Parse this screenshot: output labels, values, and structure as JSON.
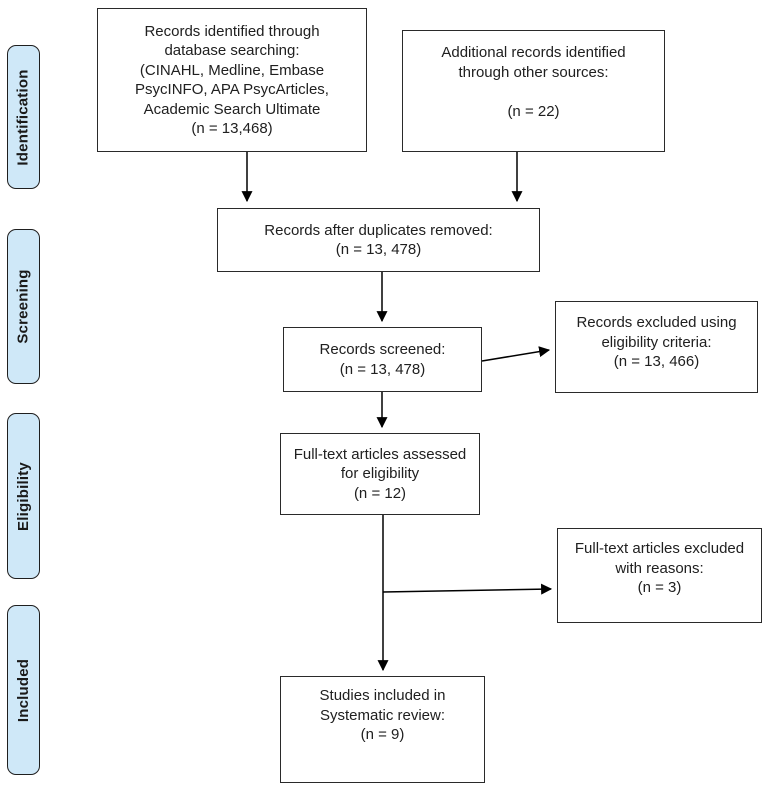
{
  "stages": [
    {
      "label": "Identification"
    },
    {
      "label": "Screening"
    },
    {
      "label": "Eligibility"
    },
    {
      "label": "Included"
    }
  ],
  "boxes": [
    {
      "name": "records-identified-database",
      "lines": [
        "Records identified through",
        "database searching:",
        "(CINAHL, Medline, Embase",
        "PsycINFO, APA PsycArticles,",
        "Academic Search Ultimate",
        "(n = 13,468)"
      ]
    },
    {
      "name": "additional-records-other-sources",
      "lines": [
        "Additional records identified",
        "through other sources:",
        "",
        "(n = 22)"
      ]
    },
    {
      "name": "records-after-duplicates-removed",
      "lines": [
        "Records after duplicates removed:",
        "(n = 13, 478)"
      ]
    },
    {
      "name": "records-screened",
      "lines": [
        "Records screened:",
        "(n = 13, 478)"
      ]
    },
    {
      "name": "records-excluded",
      "lines": [
        "Records excluded using",
        "eligibility criteria:",
        "(n = 13, 466)"
      ]
    },
    {
      "name": "fulltext-assessed",
      "lines": [
        "Full-text articles assessed",
        "for eligibility",
        "(n = 12)"
      ]
    },
    {
      "name": "fulltext-excluded",
      "lines": [
        "Full-text articles excluded",
        "with reasons:",
        "(n = 3)"
      ]
    },
    {
      "name": "studies-included",
      "lines": [
        "Studies included in",
        "Systematic review:",
        "(n = 9)"
      ]
    }
  ],
  "colors": {
    "stage_fill": "#cfe8f8",
    "box_border": "#2a2a2a",
    "text": "#202020",
    "arrow": "#000000",
    "background": "#ffffff"
  }
}
